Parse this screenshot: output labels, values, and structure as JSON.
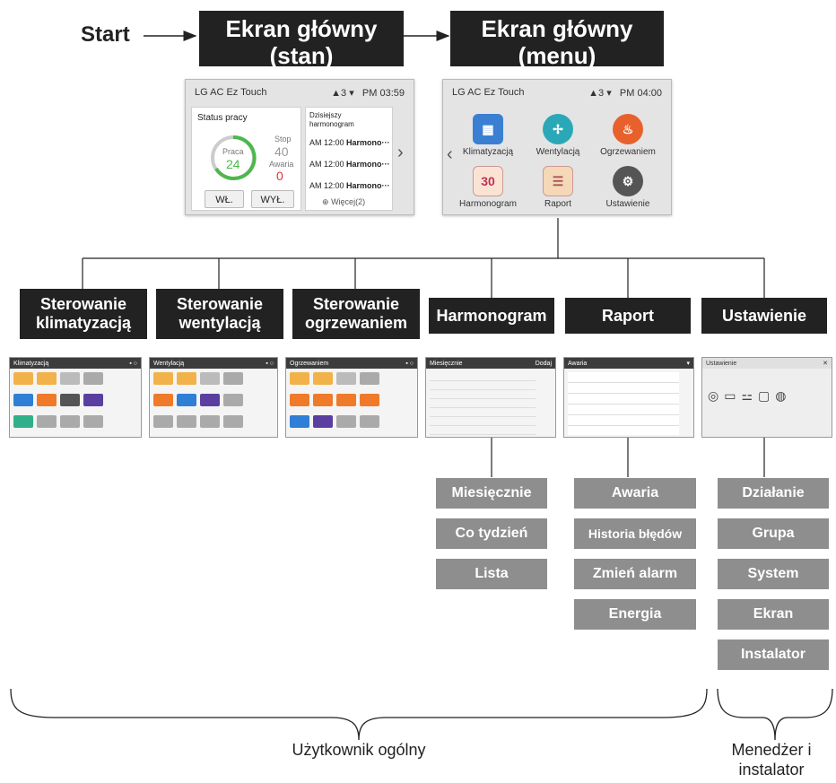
{
  "start_label": "Start",
  "headers": {
    "status": [
      "Ekran główny",
      "(stan)"
    ],
    "menu": [
      "Ekran główny",
      "(menu)"
    ]
  },
  "status_screen": {
    "app_title": "LG AC Ez Touch",
    "alerts": "3",
    "time": "PM 03:59",
    "panel_title": "Status pracy",
    "ring_label": "Praca",
    "ring_value": "24",
    "stop_label": "Stop",
    "stop_value": "40",
    "fault_label": "Awaria",
    "fault_value": "0",
    "btn_on": "WŁ.",
    "btn_off": "WYŁ.",
    "schedule_title": "Dzisiejszy harmonogram",
    "schedule_rows": [
      {
        "time": "AM 12:00",
        "name": "Harmono···"
      },
      {
        "time": "AM 12:00",
        "name": "Harmono···"
      },
      {
        "time": "AM 12:00",
        "name": "Harmono···"
      }
    ],
    "more": "Więcej(2)"
  },
  "menu_screen": {
    "app_title": "LG AC Ez Touch",
    "alerts": "3",
    "time": "PM 04:00",
    "items": [
      "Klimatyzacją",
      "Wentylacją",
      "Ogrzewaniem",
      "Harmonogram",
      "Raport",
      "Ustawienie"
    ],
    "calendar_day": "30"
  },
  "categories": [
    {
      "title": [
        "Sterowanie",
        "klimatyzacją"
      ],
      "screen_title": "Klimatyzacją"
    },
    {
      "title": [
        "Sterowanie",
        "wentylacją"
      ],
      "screen_title": "Wentylacją"
    },
    {
      "title": [
        "Sterowanie",
        "ogrzewaniem"
      ],
      "screen_title": "Ogrzewaniem"
    },
    {
      "title": [
        "Harmonogram"
      ],
      "screen_title": "Miesięcznie"
    },
    {
      "title": [
        "Raport"
      ],
      "screen_title": "Awaria"
    },
    {
      "title": [
        "Ustawienie"
      ],
      "screen_title": "Ustawienie"
    }
  ],
  "harmonogram_sub": [
    "Miesięcznie",
    "Co tydzień",
    "Lista"
  ],
  "raport_sub": [
    "Awaria",
    "Historia błędów",
    "Zmień alarm",
    "Energia"
  ],
  "ustawienie_sub": [
    "Działanie",
    "Grupa",
    "System",
    "Ekran",
    "Instalator"
  ],
  "bracket_labels": {
    "general": "Użytkownik ogólny",
    "manager": "Menedżer i instalator"
  }
}
